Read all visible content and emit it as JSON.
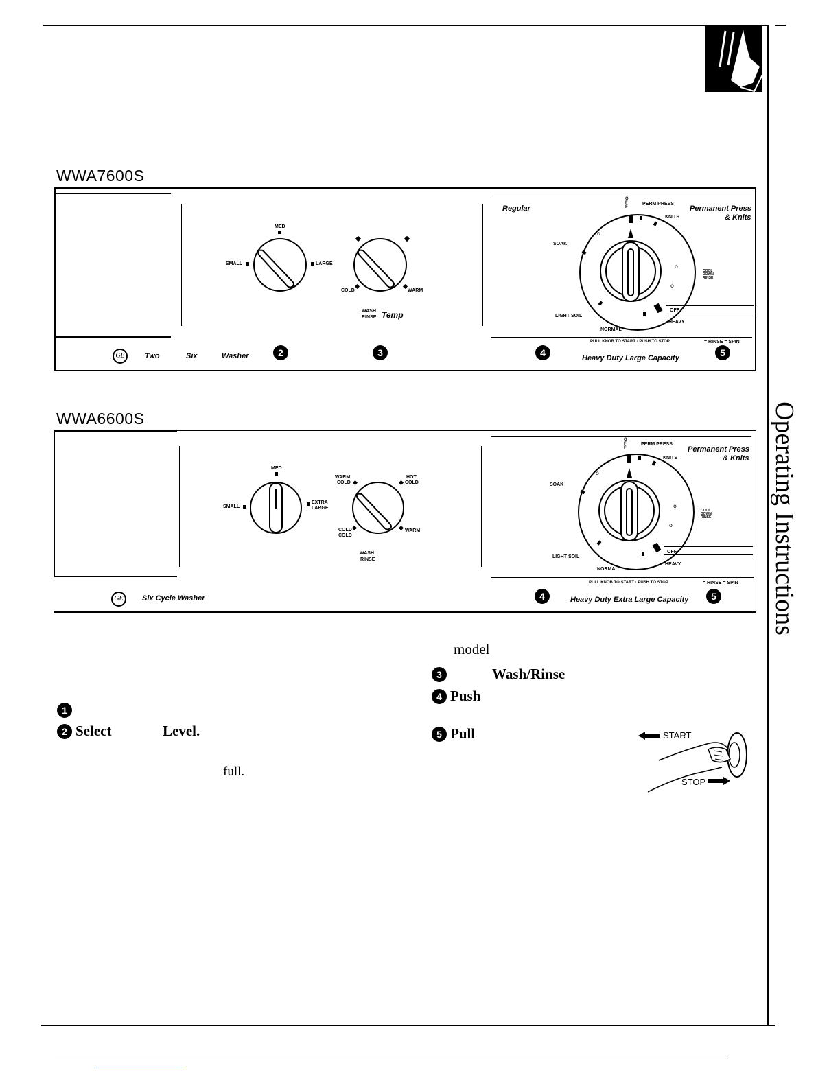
{
  "page": {
    "side_title": "Operating Instructions"
  },
  "models": [
    {
      "name": "WWA7600S",
      "footer": {
        "brand_words": [
          "Two",
          "Six",
          "Washer"
        ]
      },
      "load_size": {
        "labels": [
          "MED",
          "SMALL",
          "LARGE"
        ]
      },
      "temp": {
        "labels": [
          "COLD",
          "WARM"
        ],
        "caption": [
          "WASH",
          "RINSE"
        ],
        "caption_word": "Temp"
      },
      "cycle": {
        "labels": [
          "OFF",
          "PERM PRESS",
          "KNITS",
          "SOAK",
          "COOL DOWN RINSE",
          "LIGHT SOIL",
          "NORMAL",
          "OFF",
          "HEAVY"
        ],
        "left_heading": "Regular",
        "right_heading": [
          "Permanent Press",
          "& Knits"
        ],
        "instruction": "PULL KNOB TO START · PUSH TO STOP",
        "legend": "= RINSE  = SPIN",
        "capacity": "Heavy Duty Large Capacity"
      },
      "step_badges": [
        "2",
        "3",
        "4",
        "5"
      ]
    },
    {
      "name": "WWA6600S",
      "footer": {
        "brand_text": "Six Cycle Washer"
      },
      "load_size": {
        "labels": [
          "MED",
          "SMALL",
          "EXTRA",
          "LARGE"
        ]
      },
      "temp": {
        "labels": [
          "WARM",
          "COLD",
          "HOT",
          "COLD",
          "COLD",
          "COLD",
          "WARM"
        ],
        "caption": [
          "WASH",
          "RINSE"
        ]
      },
      "cycle": {
        "labels": [
          "OFF",
          "PERM PRESS",
          "KNITS",
          "SOAK",
          "COOL DOWN RINSE",
          "LIGHT SOIL",
          "NORMAL",
          "OFF",
          "HEAVY"
        ],
        "right_heading": [
          "Permanent Press",
          "& Knits"
        ],
        "instruction": "PULL KNOB TO START · PUSH TO STOP",
        "legend": "= RINSE  = SPIN",
        "capacity": "Heavy Duty Extra Large Capacity"
      },
      "step_badges": [
        "4",
        "5"
      ]
    }
  ],
  "steps": {
    "s1": "1",
    "s2": {
      "num": "2",
      "word1": "Select",
      "word2": "Level."
    },
    "s2_trailing": "full.",
    "model_word": "model",
    "s3": {
      "num": "3",
      "word": "Wash/Rinse"
    },
    "s4": {
      "num": "4",
      "word": "Push"
    },
    "s5": {
      "num": "5",
      "word": "Pull"
    }
  },
  "illustration": {
    "start": "START",
    "stop": "STOP"
  }
}
